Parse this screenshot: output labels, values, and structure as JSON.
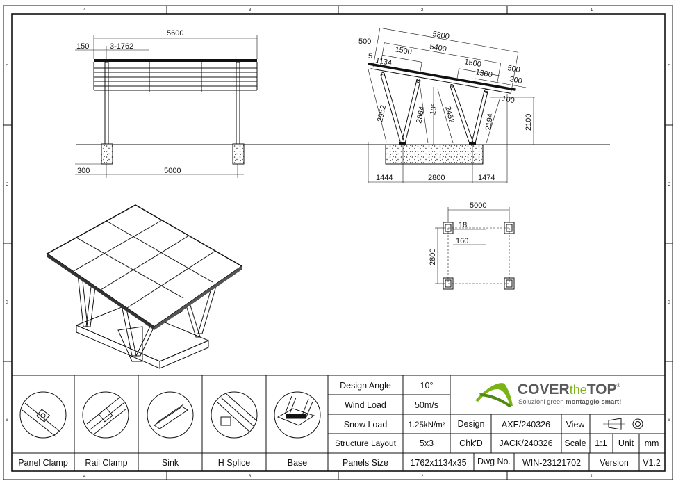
{
  "zones": {
    "columns": [
      "4",
      "3",
      "2",
      "1"
    ],
    "rows": [
      "D",
      "C",
      "B",
      "A"
    ]
  },
  "front_view": {
    "overall": "5600",
    "overhang": "150",
    "panels": "3-1762",
    "footing": "300",
    "span": "5000"
  },
  "side_view": {
    "overall": "5800",
    "inner": "5400",
    "left_overhang": "500",
    "left_offset": "5",
    "panel_width": "1134",
    "left_spacing": "1500",
    "right_spacing": "1500",
    "right_inner": "1300",
    "right_overhang": "500",
    "right_edge": "300",
    "rail_height": "100",
    "height": "2100",
    "angle": "10°",
    "strut1": "2952",
    "strut2": "2864",
    "strut3": "2452",
    "strut4": "2194",
    "base_left": "1444",
    "base_mid": "2800",
    "base_right": "1474"
  },
  "plan_view": {
    "width": "5000",
    "depth": "2800",
    "offset1": "18",
    "offset2": "160"
  },
  "parts": [
    "Panel Clamp",
    "Rail Clamp",
    "Sink",
    "H Splice",
    "Base"
  ],
  "title_block": {
    "design_angle_label": "Design Angle",
    "design_angle": "10°",
    "wind_load_label": "Wind Load",
    "wind_load": "50m/s",
    "snow_load_label": "Snow Load",
    "snow_load": "1.25kN/m²",
    "layout_label": "Structure Layout",
    "layout": "5x3",
    "panels_size_label": "Panels Size",
    "panels_size": "1762x1134x35",
    "design_label": "Design",
    "design": "AXE/240326",
    "checked_label": "Chk'D",
    "checked": "JACK/240326",
    "view_label": "View",
    "scale_label": "Scale",
    "scale": "1:1",
    "unit_label": "Unit",
    "unit": "mm",
    "dwg_label": "Dwg No.",
    "dwg": "WIN-23121702",
    "version_label": "Version",
    "version": "V1.2"
  },
  "logo": {
    "cover": "COVER",
    "the": "the",
    "top": "TOP",
    "reg": "®",
    "tagline_a": "Soluzioni green ",
    "tagline_b": "montaggio smart!",
    "green": "#7ab317",
    "gray": "#5a5a5a"
  }
}
